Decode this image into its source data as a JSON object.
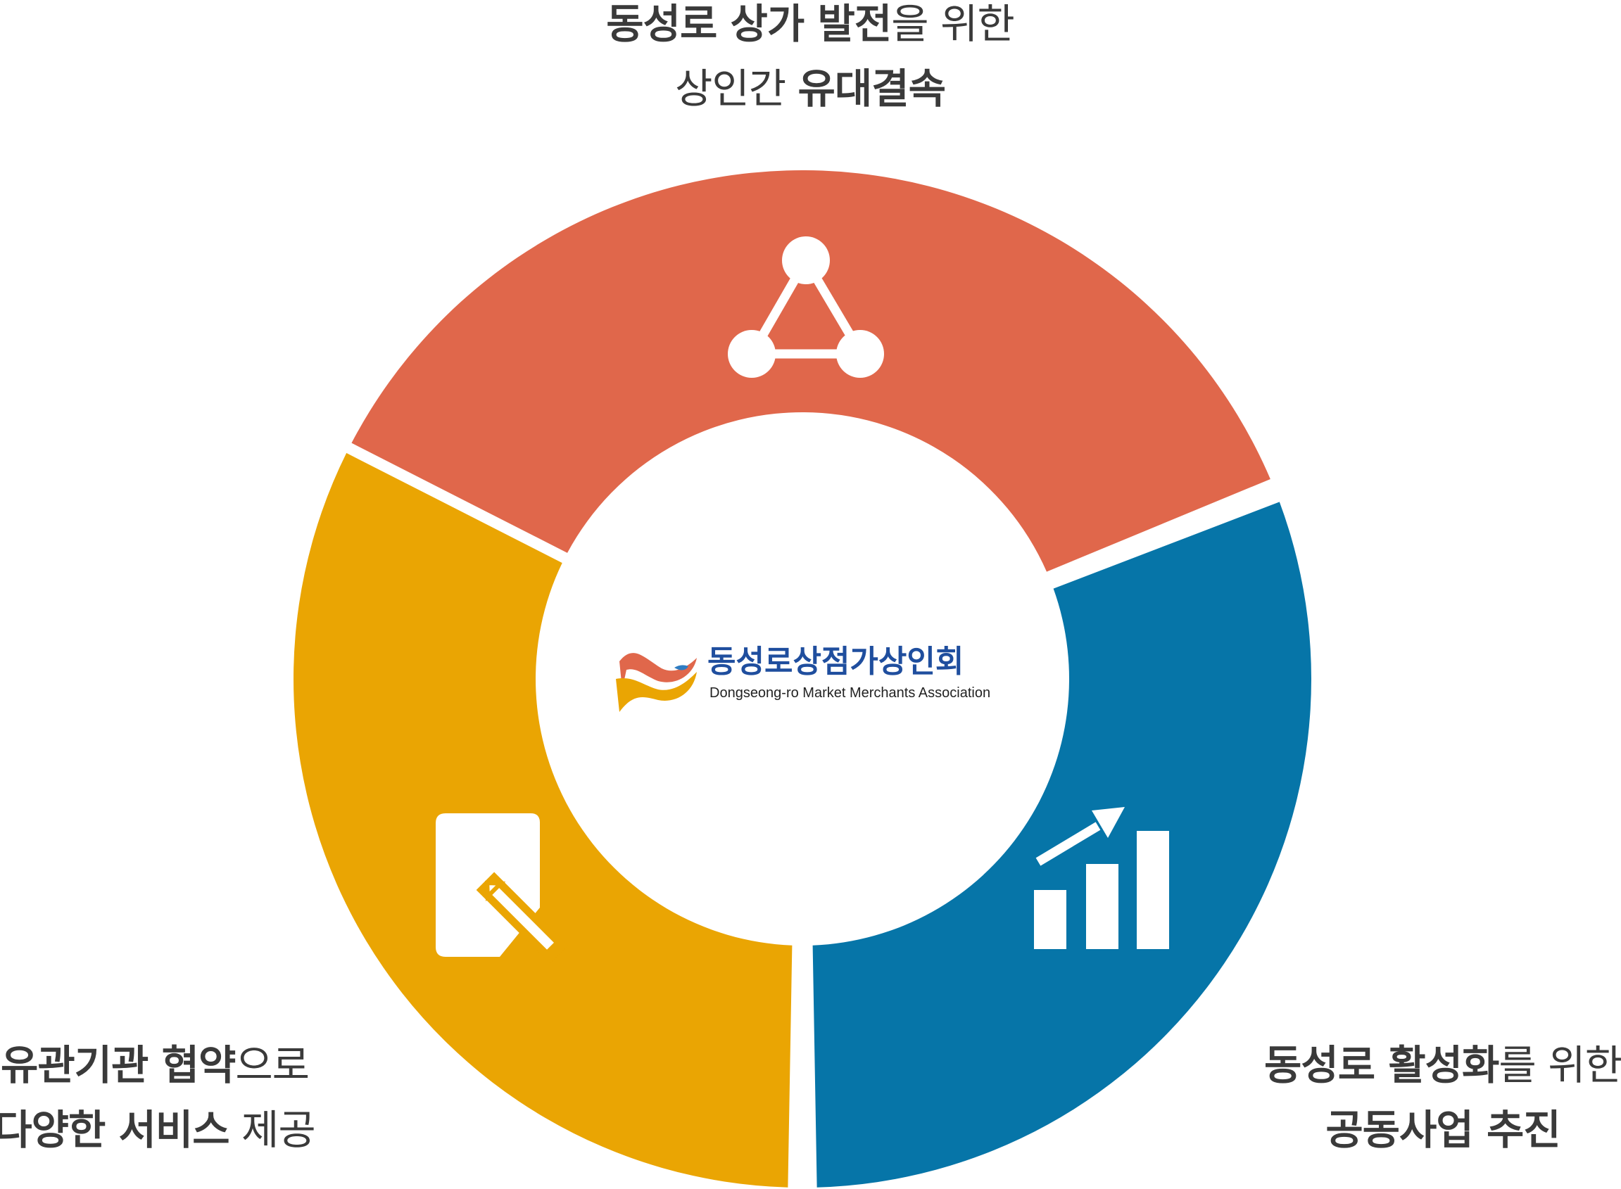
{
  "captions": {
    "top": {
      "line1": [
        {
          "text": "동성로 상가 발전",
          "bold": true
        },
        {
          "text": "을 위한",
          "bold": false
        }
      ],
      "line2": [
        {
          "text": "상인간 ",
          "bold": false
        },
        {
          "text": "유대결속",
          "bold": true
        }
      ]
    },
    "left": {
      "line1": [
        {
          "text": "유관기관 협약",
          "bold": true
        },
        {
          "text": "으로",
          "bold": false
        }
      ],
      "line2": [
        {
          "text": "다양한 서비스",
          "bold": true
        },
        {
          "text": " 제공",
          "bold": false
        }
      ]
    },
    "right": {
      "line1": [
        {
          "text": "동성로 활성화",
          "bold": true
        },
        {
          "text": "를 위한",
          "bold": false
        }
      ],
      "line2": [
        {
          "text": "공동사업 추진",
          "bold": true
        }
      ]
    }
  },
  "logo": {
    "name_kr": "동성로상점가상인회",
    "name_en": "Dongseong-ro Market Merchants Association"
  },
  "segments": [
    {
      "key": "top",
      "color": "#E0674B",
      "icon": "network-triangle-icon"
    },
    {
      "key": "right",
      "color": "#0675A8",
      "icon": "growth-chart-icon"
    },
    {
      "key": "left",
      "color": "#EAA503",
      "icon": "document-pencil-icon"
    }
  ],
  "colors": {
    "logo_text": "#1F4E9E",
    "logo_flag_red": "#E0674B",
    "logo_flag_yellow": "#EAA503",
    "logo_drop": "#2E7CC2"
  }
}
